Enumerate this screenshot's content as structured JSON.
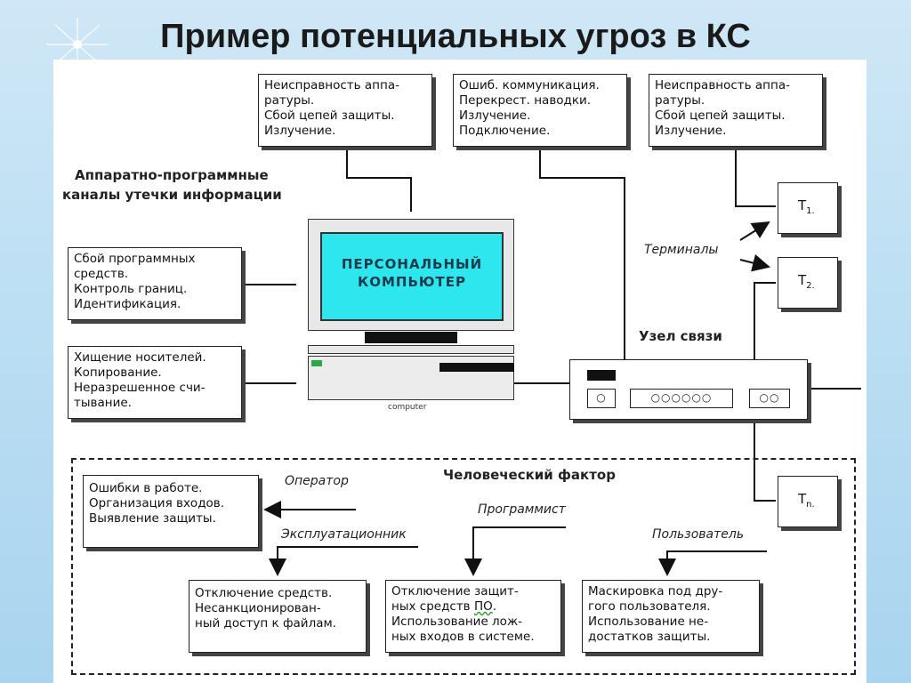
{
  "slide_title": "Пример потенциальных угроз в КС",
  "diagram_title": "",
  "channels_label_line1": "Аппаратно-программные",
  "channels_label_line2": "каналы утечки информации",
  "threat_top_left": [
    "Неисправность аппа-",
    "ратуры.",
    "Сбой цепей защиты.",
    "Излучение."
  ],
  "threat_top_mid": [
    "Ошиб. коммуникация.",
    "Перекрест. наводки.",
    "Излучение.",
    "Подключение."
  ],
  "threat_top_right": [
    "Неисправность аппа-",
    "ратуры.",
    "Сбой цепей защиты.",
    "Излучение."
  ],
  "threat_software": [
    "Сбой программных",
    "средств.",
    "Контроль границ.",
    "Идентификация."
  ],
  "threat_media": [
    "Хищение носителей.",
    "Копирование.",
    "Неразрешенное счи-",
    "тывание."
  ],
  "pc_screen_line1": "ПЕРСОНАЛЬНЫЙ",
  "pc_screen_line2": "КОМПЬЮТЕР",
  "pc_caption": "computer",
  "terminals_label": "Терминалы",
  "terminal_1": "Т",
  "terminal_1_sub": "1.",
  "terminal_2": "Т",
  "terminal_2_sub": "2.",
  "terminal_n": "Т",
  "terminal_n_sub": "n.",
  "node_label": "Узел связи",
  "modem_buttons_mid": "○○○○○○",
  "modem_buttons_right": "○○",
  "modem_button_left": "○",
  "human_factor_label": "Человеческий фактор",
  "role_operator": "Оператор",
  "role_programmer": "Программист",
  "role_maintainer": "Эксплуатационник",
  "role_user": "Пользователь",
  "threat_operator": [
    "Ошибки в работе.",
    "Организация входов.",
    "Выявление защиты."
  ],
  "threat_maintainer": [
    "Отключение средств.",
    "Несанкционирован-",
    "ный доступ к файлам."
  ],
  "threat_programmer_l1": "Отключение защит-",
  "threat_programmer_l2a": "ных средств ",
  "threat_programmer_l2b": "ПО",
  "threat_programmer_l2c": ".",
  "threat_programmer_l3": "Использование лож-",
  "threat_programmer_l4": "ных входов в системе.",
  "threat_user": [
    "Маскировка под дру-",
    "гого пользователя.",
    "Использование не-",
    "достатков защиты."
  ],
  "colors": {
    "background": "#bcdff3",
    "screen": "#2ee6ee",
    "panel": "#ffffff",
    "accent_underline": "#2e9c2e"
  }
}
